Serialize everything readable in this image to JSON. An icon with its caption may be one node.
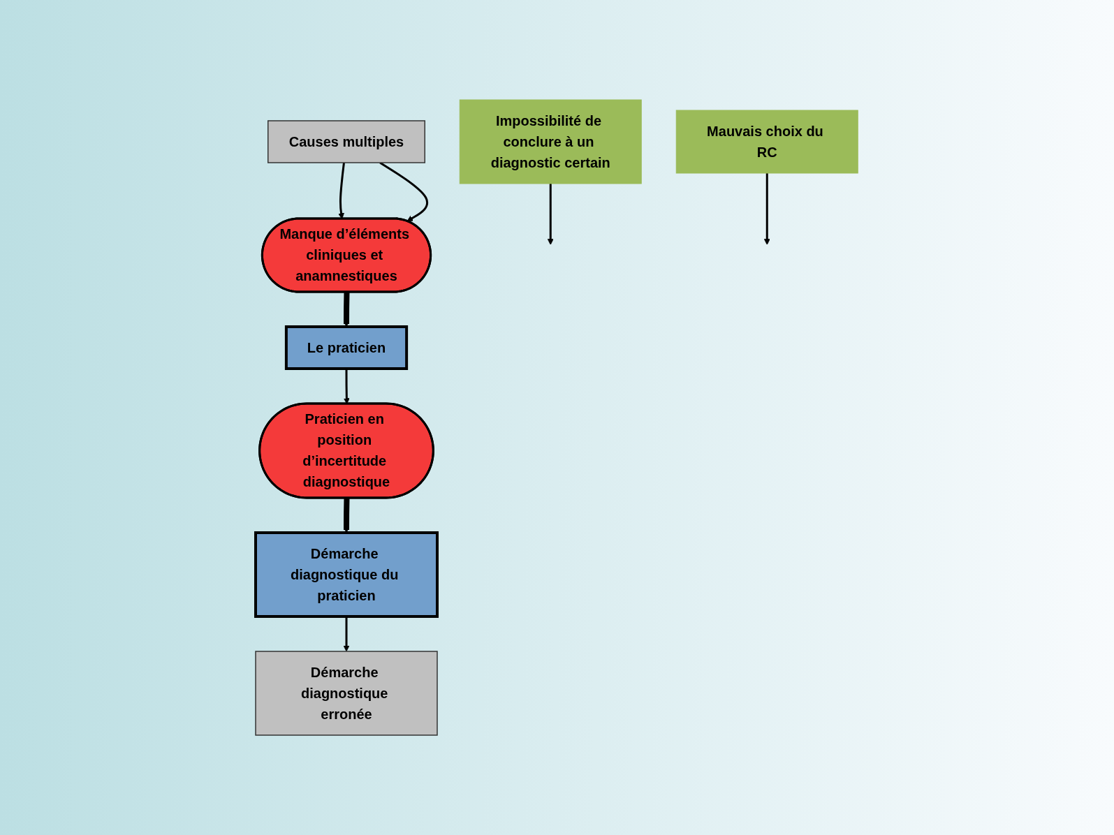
{
  "diagram": {
    "nodes": [
      {
        "text": [
          "Causes multiples"
        ]
      },
      {
        "text": [
          "Manque d’éléments cliniques et anamnestiques"
        ]
      },
      {
        "text": [
          "Impossibilité de conclure à un diagnostic certain"
        ]
      },
      {
        "text": [
          "Le praticien"
        ]
      },
      {
        "text": [
          "Praticien en position d’incertitude diagnostique"
        ]
      },
      {
        "text": [
          "Mauvais choix du RC"
        ]
      },
      {
        "text": [
          "Démarche diagnostique du praticien"
        ]
      },
      {
        "text": [
          "Démarche diagnostique erronée"
        ]
      }
    ],
    "edges": [
      {
        "from": 0,
        "to": 1,
        "arrow": "to"
      },
      {
        "from": 0,
        "to": 1,
        "arrow": "to"
      },
      {
        "from": 1,
        "to": 3,
        "arrow": "to",
        "style": "thick"
      },
      {
        "from": 2,
        "to": null,
        "arrow": "to"
      },
      {
        "from": 3,
        "to": 4,
        "arrow": "to"
      },
      {
        "from": 4,
        "to": 6,
        "arrow": "to",
        "style": "thick"
      },
      {
        "from": 5,
        "to": null,
        "arrow": "to"
      },
      {
        "from": 6,
        "to": 7,
        "arrow": "to"
      }
    ]
  }
}
